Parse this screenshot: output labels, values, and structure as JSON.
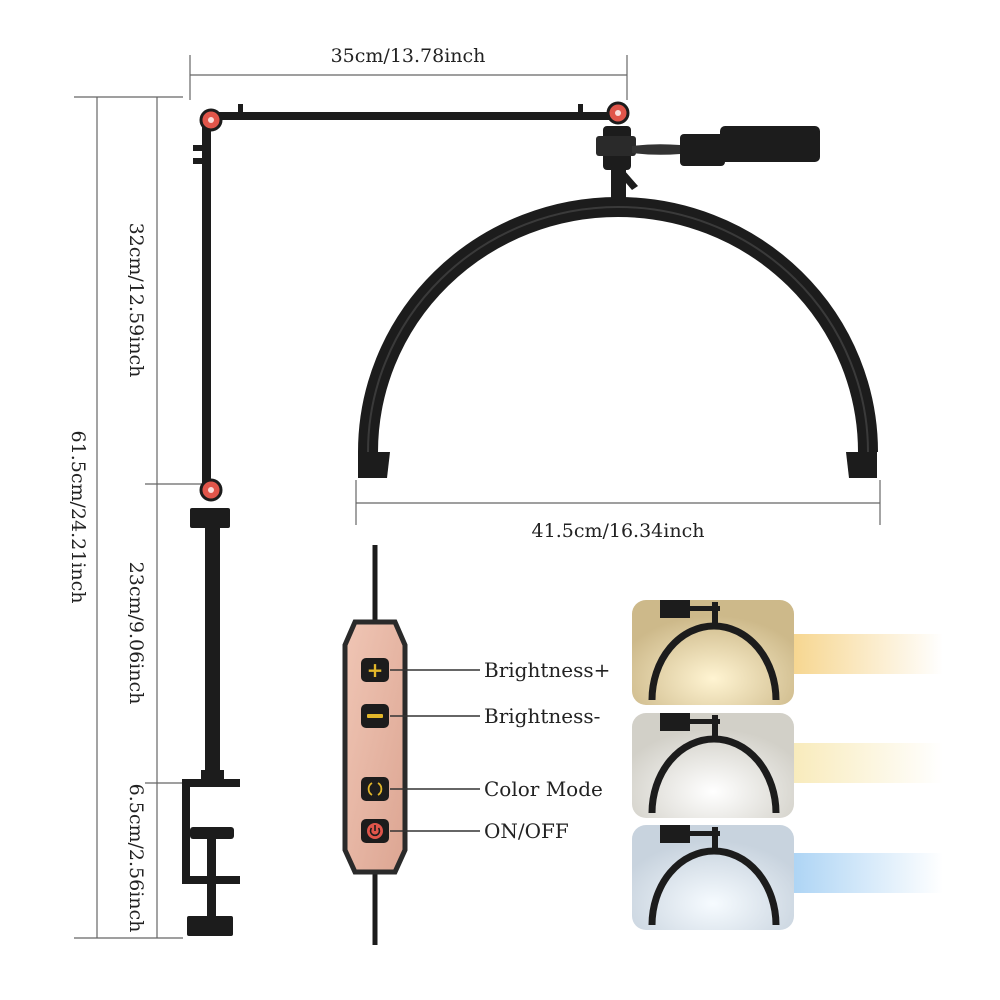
{
  "dimensions": {
    "top_arm_width": "35cm/13.78inch",
    "upper_arm_height": "32cm/12.59inch",
    "total_height": "61.5cm/24.21inch",
    "pole_height": "23cm/9.06inch",
    "clamp_height": "6.5cm/2.56inch",
    "lamp_width": "41.5cm/16.34inch"
  },
  "controller": {
    "buttons": [
      {
        "label": "Brightness+",
        "icon": "plus-icon"
      },
      {
        "label": "Brightness-",
        "icon": "minus-icon"
      },
      {
        "label": "Color Mode",
        "icon": "color-mode-icon"
      },
      {
        "label": "ON/OFF",
        "icon": "power-icon"
      }
    ]
  },
  "color_modes": [
    {
      "mode": "warm",
      "panel_color": "#d9c89a",
      "beam_color": "#f6d48a"
    },
    {
      "mode": "neutral",
      "panel_color": "#e6e4dc",
      "beam_color": "#f8eab8"
    },
    {
      "mode": "cool",
      "panel_color": "#dde5ee",
      "beam_color": "#a9d2f4"
    }
  ],
  "colors": {
    "frame": "#1c1c1c",
    "joint": "#e0554a",
    "controller_body": "#e7b7a6",
    "controller_border": "#2a2a2a",
    "button_accent": "#e2b72a"
  }
}
